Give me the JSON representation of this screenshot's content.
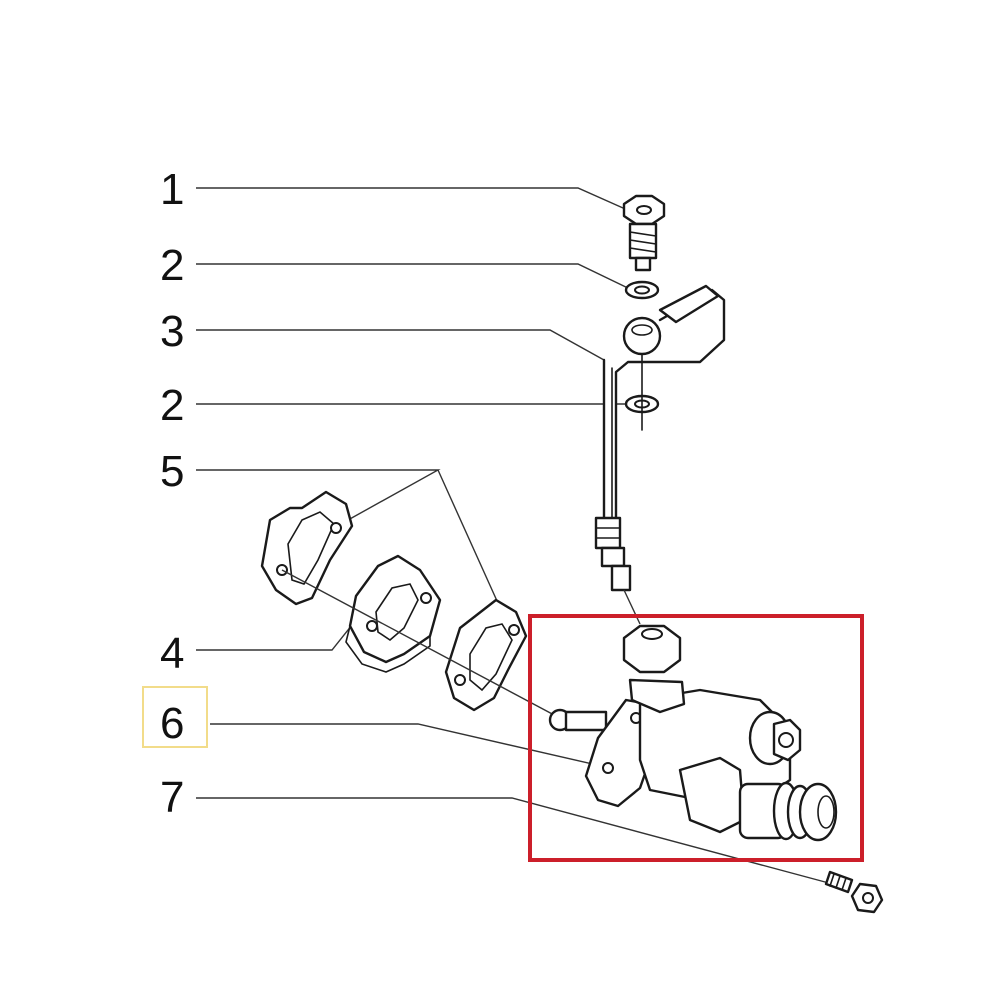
{
  "callouts": [
    {
      "id": "c1",
      "label": "1"
    },
    {
      "id": "c2a",
      "label": "2"
    },
    {
      "id": "c3",
      "label": "3"
    },
    {
      "id": "c2b",
      "label": "2"
    },
    {
      "id": "c5",
      "label": "5"
    },
    {
      "id": "c4",
      "label": "4"
    },
    {
      "id": "c6",
      "label": "6"
    },
    {
      "id": "c7",
      "label": "7"
    }
  ],
  "highlight": {
    "selected_callout": "6",
    "color": "#cc1f2a",
    "callout_box_color": "#f2dc8a"
  }
}
